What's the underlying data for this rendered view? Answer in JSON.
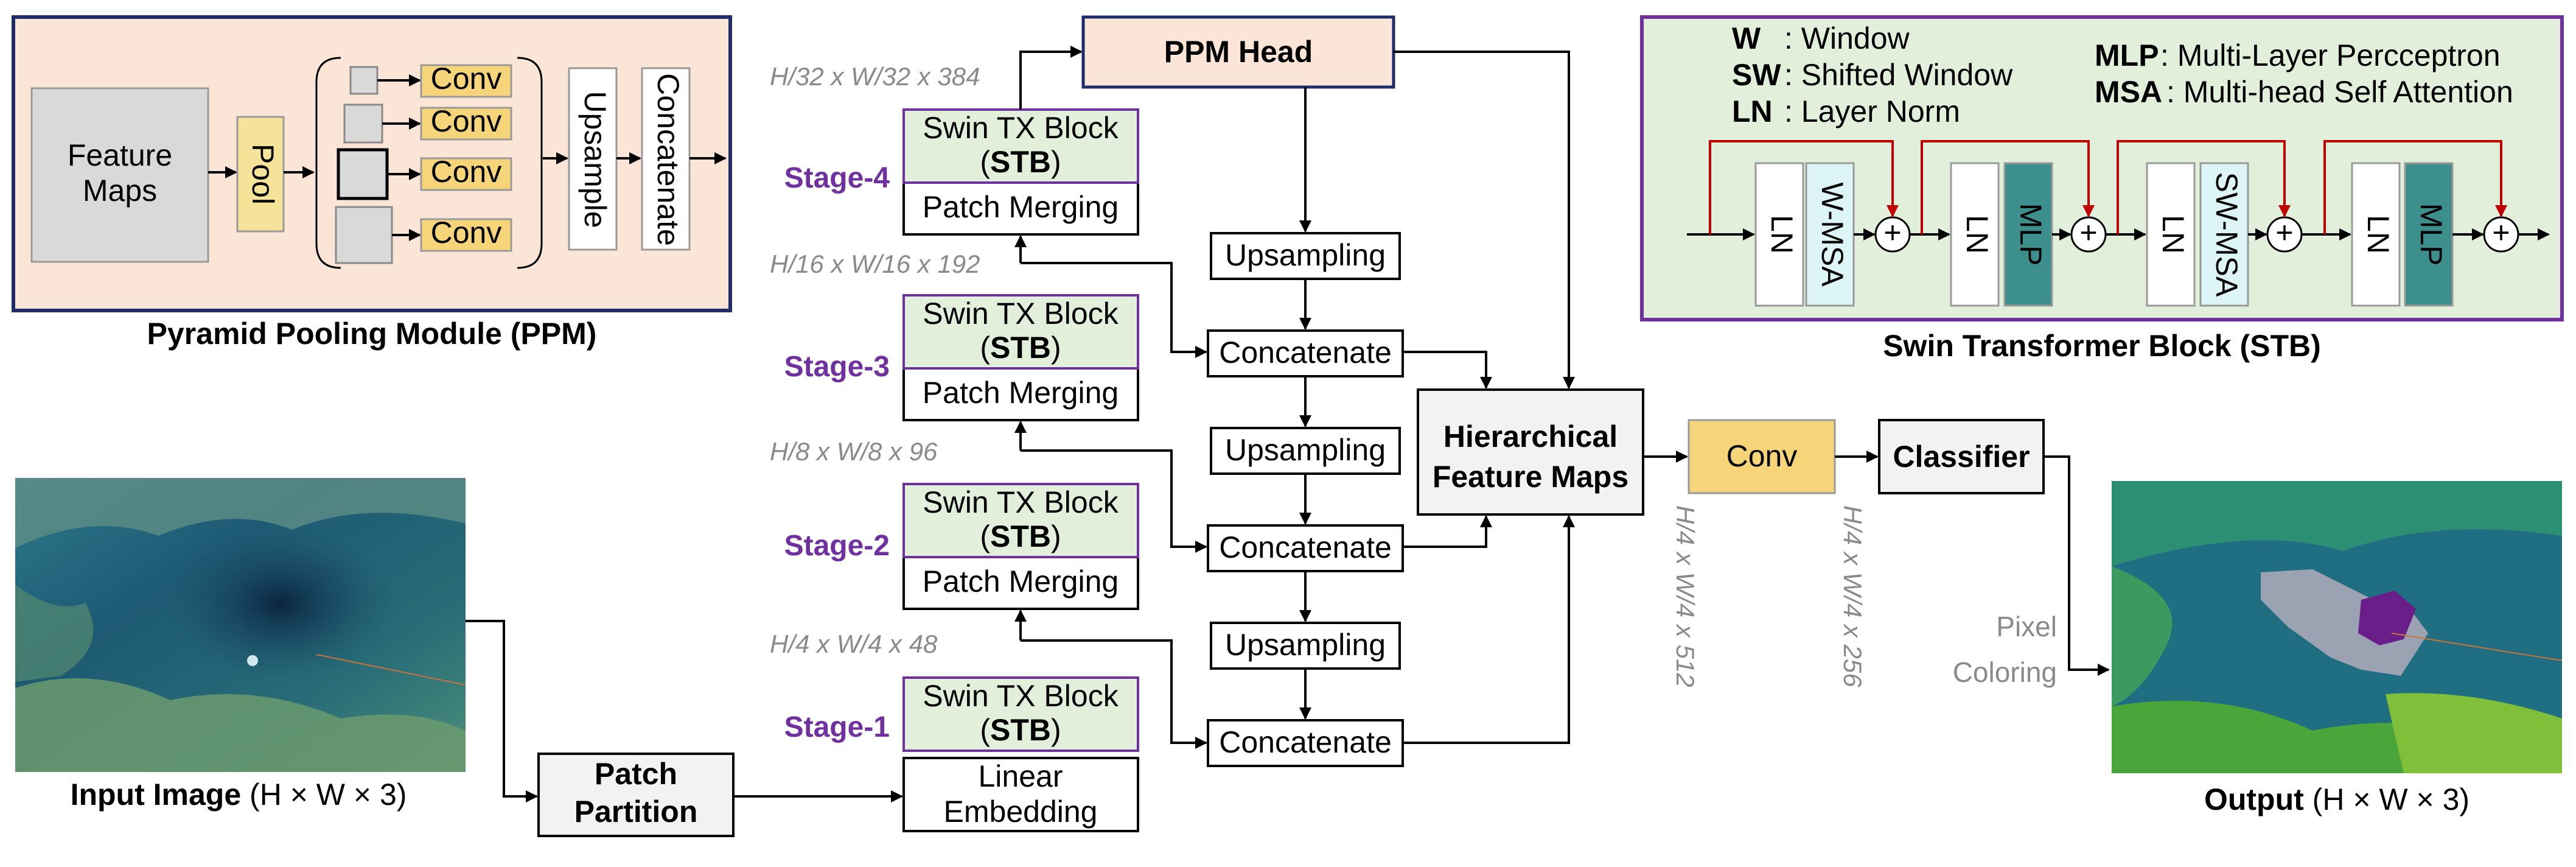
{
  "ppm_module": {
    "caption": "Pyramid Pooling Module (PPM)",
    "feature_maps_line1": "Feature",
    "feature_maps_line2": "Maps",
    "pool": "Pool",
    "conv": "Conv",
    "upsample": "Upsample",
    "concatenate": "Concatenate"
  },
  "legend": {
    "w_abbr": "W",
    "w_desc": ": Window",
    "sw_abbr": "SW",
    "sw_desc": ": Shifted Window",
    "ln_abbr": "LN",
    "ln_desc": ": Layer Norm",
    "mlp_abbr": "MLP",
    "mlp_desc": ": Multi-Layer Percceptron",
    "msa_abbr": "MSA",
    "msa_desc": ": Multi-head Self Attention"
  },
  "stb_block": {
    "caption": "Swin Transformer Block (STB)",
    "ln": "LN",
    "w_msa": "W-MSA",
    "sw_msa": "SW-MSA",
    "mlp": "MLP",
    "plus": "+"
  },
  "ppm_head": "PPM Head",
  "backbone": {
    "swin_block_line1": "Swin TX Block",
    "swin_block_line2": "STB",
    "patch_merging": "Patch Merging",
    "linear_embedding_line1": "Linear",
    "linear_embedding_line2": "Embedding",
    "stages": [
      "Stage-1",
      "Stage-2",
      "Stage-3",
      "Stage-4"
    ],
    "dims": [
      "H/4 x W/4 x 48",
      "H/8 x W/8 x 96",
      "H/16 x W/16 x 192",
      "H/32 x W/32 x 384"
    ],
    "patch_partition_line1": "Patch",
    "patch_partition_line2": "Partition"
  },
  "decoder": {
    "upsampling": "Upsampling",
    "concatenate": "Concatenate",
    "hierarchical_line1": "Hierarchical",
    "hierarchical_line2": "Feature Maps",
    "conv": "Conv",
    "classifier": "Classifier",
    "dim_512": "H/4 x W/4 x 512",
    "dim_256": "H/4 x W/4 x 256",
    "pixel_line1": "Pixel",
    "pixel_line2": "Coloring"
  },
  "input": {
    "caption_bold": "Input Image",
    "caption_rest": " (H × W × 3)"
  },
  "output": {
    "caption_bold": "Output",
    "caption_rest": " (H × W × 3)"
  },
  "colors": {
    "ppm_bg": "#fbe5d6",
    "ppm_border": "#1f2d6b",
    "stb_bg": "#e2efda",
    "stb_border": "#7030a0",
    "conv_fill": "#f6d57a",
    "hier_fill": "#f2f2f2",
    "residual_red": "#c00000",
    "msa_fill": "#ddf5f7",
    "mlp_fill": "#3c8f8c",
    "stage_purple": "#7030a0"
  }
}
